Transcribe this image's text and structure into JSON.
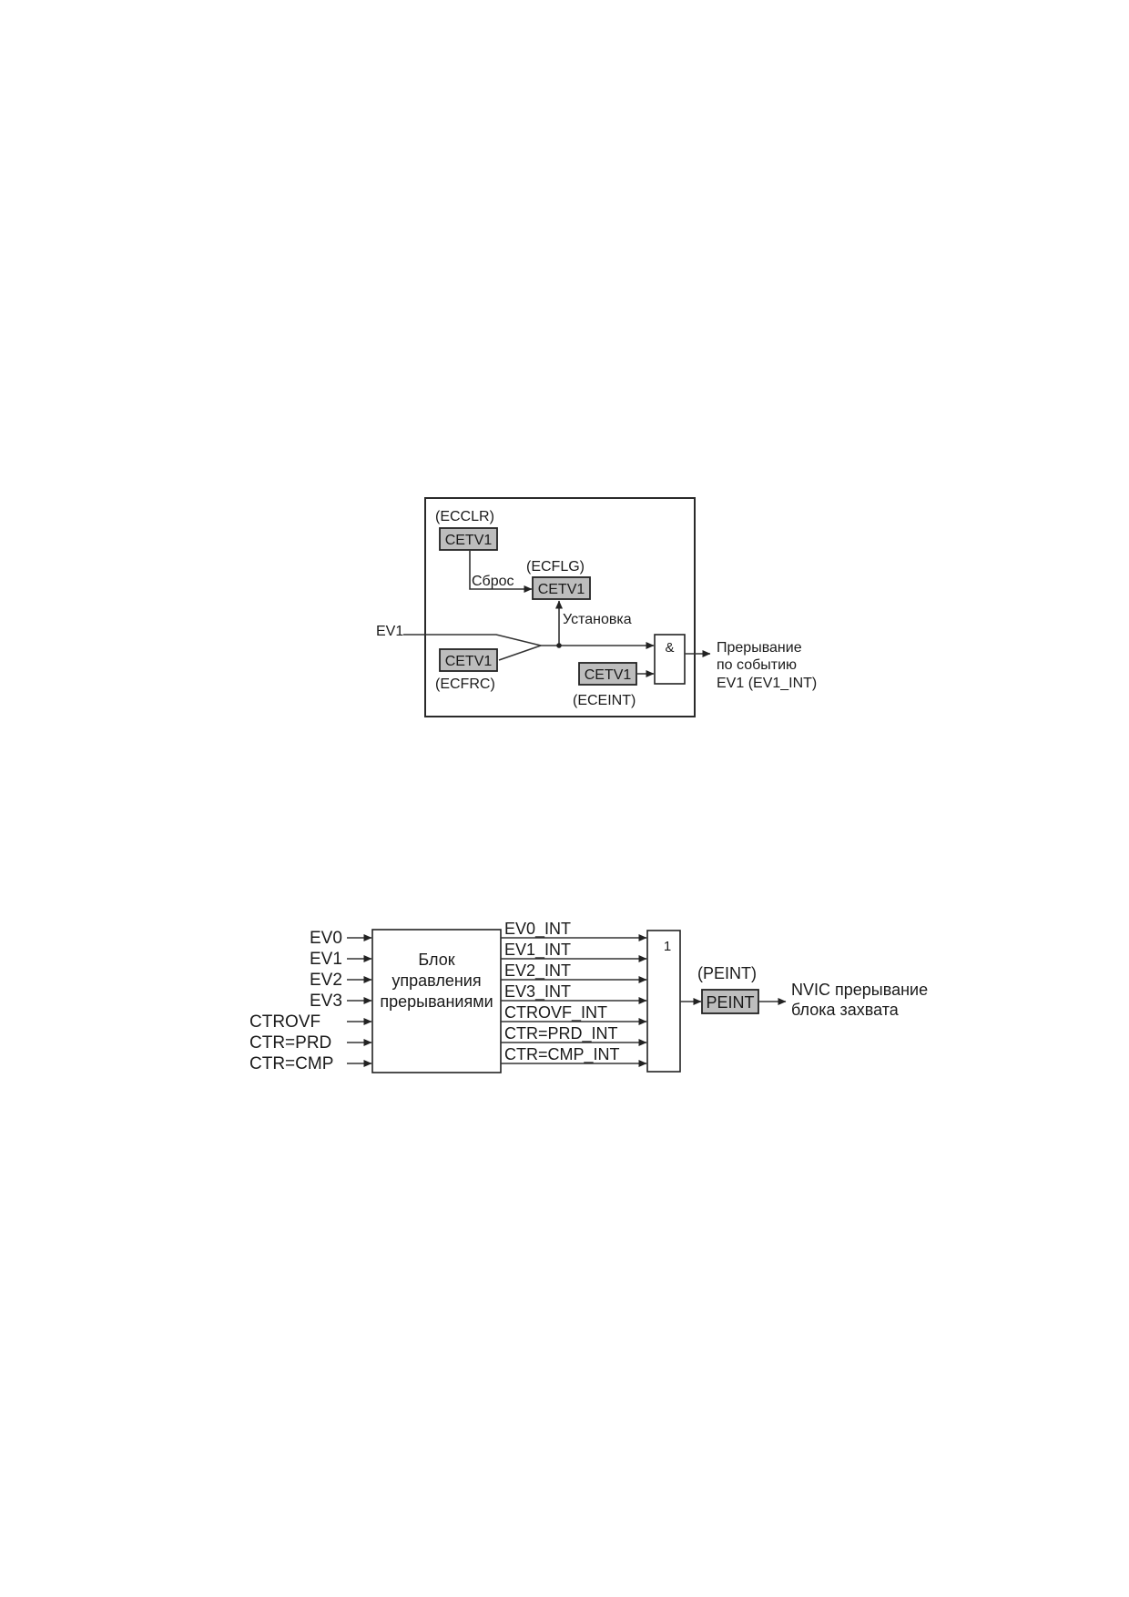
{
  "diagram1": {
    "registers": {
      "clr": {
        "label": "CETV1",
        "reg": "(ECCLR)"
      },
      "flg": {
        "label": "CETV1",
        "reg": "(ECFLG)"
      },
      "frc": {
        "label": "CETV1",
        "reg": "(ECFRC)"
      },
      "int": {
        "label": "CETV1",
        "reg": "(ECEINT)"
      }
    },
    "input": "EV1",
    "reset_label": "Сброс",
    "set_label": "Установка",
    "and_gate": "&",
    "output": [
      "Прерывание",
      "по событию",
      "EV1 (EV1_INT)"
    ]
  },
  "diagram2": {
    "inputs": [
      "EV0",
      "EV1",
      "EV2",
      "EV3",
      "CTROVF",
      "CTR=PRD",
      "CTR=CMP"
    ],
    "block": [
      "Блок",
      "управления",
      "прерываниями"
    ],
    "signals": [
      "EV0_INT",
      "EV1_INT",
      "EV2_INT",
      "EV3_INT",
      "CTROVF_INT",
      "CTR=PRD_INT",
      "CTR=CMP_INT"
    ],
    "or_gate": "1",
    "register": {
      "label": "PEINT",
      "reg": "(PEINT)"
    },
    "output": [
      "NVIC прерывание",
      "блока захвата"
    ]
  },
  "colors": {
    "register_fill": "#bdbdbd",
    "line": "#333333",
    "background": "#ffffff"
  }
}
